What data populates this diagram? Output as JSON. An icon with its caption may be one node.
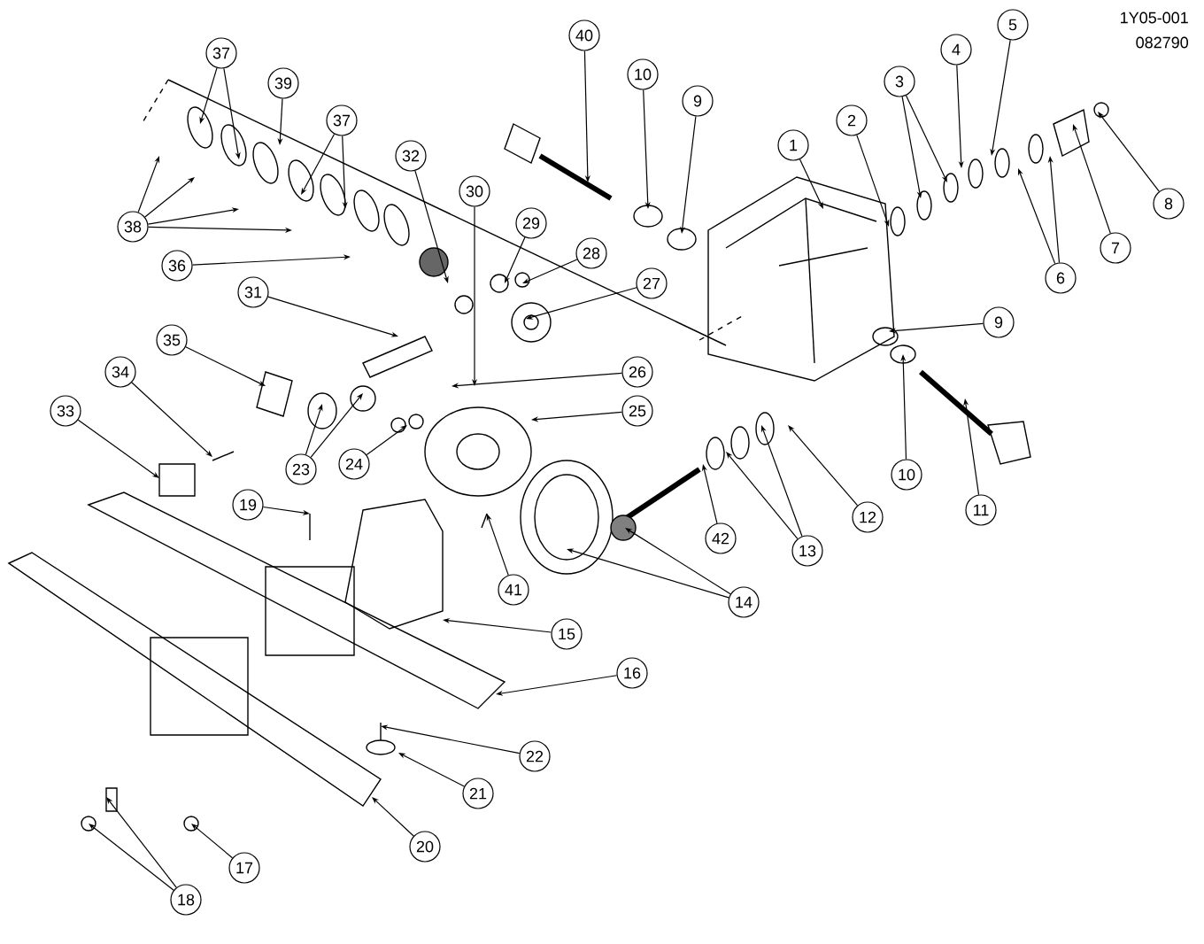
{
  "diagram": {
    "nodes": [
      {
        "text": [
          "37"
        ]
      },
      {
        "text": [
          "40"
        ]
      },
      {
        "text": [
          "5"
        ]
      },
      {
        "text": [
          "4"
        ]
      },
      {
        "text": [
          "10"
        ]
      },
      {
        "text": [
          "3"
        ]
      },
      {
        "text": [
          "39"
        ]
      },
      {
        "text": [
          "9"
        ]
      },
      {
        "text": [
          "37"
        ]
      },
      {
        "text": [
          "2"
        ]
      },
      {
        "text": [
          "1"
        ]
      },
      {
        "text": [
          "32"
        ]
      },
      {
        "text": [
          "30"
        ]
      },
      {
        "text": [
          "8"
        ]
      },
      {
        "text": [
          "29"
        ]
      },
      {
        "text": [
          "38"
        ]
      },
      {
        "text": [
          "7"
        ]
      },
      {
        "text": [
          "28"
        ]
      },
      {
        "text": [
          "36"
        ]
      },
      {
        "text": [
          "6"
        ]
      },
      {
        "text": [
          "27"
        ]
      },
      {
        "text": [
          "31"
        ]
      },
      {
        "text": [
          "9"
        ]
      },
      {
        "text": [
          "35"
        ]
      },
      {
        "text": [
          "26"
        ]
      },
      {
        "text": [
          "34"
        ]
      },
      {
        "text": [
          "33"
        ]
      },
      {
        "text": [
          "25"
        ]
      },
      {
        "text": [
          "24"
        ]
      },
      {
        "text": [
          "23"
        ]
      },
      {
        "text": [
          "10"
        ]
      },
      {
        "text": [
          "11"
        ]
      },
      {
        "text": [
          "19"
        ]
      },
      {
        "text": [
          "12"
        ]
      },
      {
        "text": [
          "42"
        ]
      },
      {
        "text": [
          "13"
        ]
      },
      {
        "text": [
          "41"
        ]
      },
      {
        "text": [
          "14"
        ]
      },
      {
        "text": [
          "15"
        ]
      },
      {
        "text": [
          "16"
        ]
      },
      {
        "text": [
          "22"
        ]
      },
      {
        "text": [
          "21"
        ]
      },
      {
        "text": [
          "20"
        ]
      },
      {
        "text": [
          "17"
        ]
      },
      {
        "text": [
          "18"
        ]
      }
    ],
    "edges": [
      {
        "from": 0,
        "to": null,
        "arrow": "to"
      },
      {
        "from": 0,
        "to": null,
        "arrow": "to"
      },
      {
        "from": 1,
        "to": null,
        "arrow": "to"
      },
      {
        "from": 2,
        "to": null,
        "arrow": "to"
      },
      {
        "from": 3,
        "to": null,
        "arrow": "to"
      },
      {
        "from": 4,
        "to": null,
        "arrow": "to"
      },
      {
        "from": 5,
        "to": null,
        "arrow": "to"
      },
      {
        "from": 5,
        "to": null,
        "arrow": "to"
      },
      {
        "from": 6,
        "to": null,
        "arrow": "to"
      },
      {
        "from": 7,
        "to": null,
        "arrow": "to"
      },
      {
        "from": 8,
        "to": null,
        "arrow": "to"
      },
      {
        "from": 8,
        "to": null,
        "arrow": "to"
      },
      {
        "from": 9,
        "to": null,
        "arrow": "to"
      },
      {
        "from": 10,
        "to": null,
        "arrow": "to"
      },
      {
        "from": 11,
        "to": null,
        "arrow": "to"
      },
      {
        "from": 12,
        "to": null,
        "arrow": "to"
      },
      {
        "from": 13,
        "to": null,
        "arrow": "to"
      },
      {
        "from": 14,
        "to": null,
        "arrow": "to"
      },
      {
        "from": 15,
        "to": null,
        "arrow": "to"
      },
      {
        "from": 15,
        "to": null,
        "arrow": "to"
      },
      {
        "from": 15,
        "to": null,
        "arrow": "to"
      },
      {
        "from": 15,
        "to": null,
        "arrow": "to"
      },
      {
        "from": 16,
        "to": null,
        "arrow": "to"
      },
      {
        "from": 17,
        "to": null,
        "arrow": "to"
      },
      {
        "from": 18,
        "to": null,
        "arrow": "to"
      },
      {
        "from": 19,
        "to": null,
        "arrow": "to"
      },
      {
        "from": 19,
        "to": null,
        "arrow": "to"
      },
      {
        "from": 20,
        "to": null,
        "arrow": "to"
      },
      {
        "from": 21,
        "to": null,
        "arrow": "to"
      },
      {
        "from": 22,
        "to": null,
        "arrow": "to"
      },
      {
        "from": 23,
        "to": null,
        "arrow": "to"
      },
      {
        "from": 24,
        "to": null,
        "arrow": "to"
      },
      {
        "from": 25,
        "to": null,
        "arrow": "to"
      },
      {
        "from": 26,
        "to": null,
        "arrow": "to"
      },
      {
        "from": 27,
        "to": null,
        "arrow": "to"
      },
      {
        "from": 28,
        "to": null,
        "arrow": "to"
      },
      {
        "from": 29,
        "to": null,
        "arrow": "to"
      },
      {
        "from": 29,
        "to": null,
        "arrow": "to"
      },
      {
        "from": 30,
        "to": null,
        "arrow": "to"
      },
      {
        "from": 31,
        "to": null,
        "arrow": "to"
      },
      {
        "from": 32,
        "to": null,
        "arrow": "to"
      },
      {
        "from": 33,
        "to": null,
        "arrow": "to"
      },
      {
        "from": 34,
        "to": null,
        "arrow": "to"
      },
      {
        "from": 35,
        "to": null,
        "arrow": "to"
      },
      {
        "from": 35,
        "to": null,
        "arrow": "to"
      },
      {
        "from": 36,
        "to": null,
        "arrow": "to"
      },
      {
        "from": 37,
        "to": null,
        "arrow": "to"
      },
      {
        "from": 37,
        "to": null,
        "arrow": "to"
      },
      {
        "from": 38,
        "to": null,
        "arrow": "to"
      },
      {
        "from": 39,
        "to": null,
        "arrow": "to"
      },
      {
        "from": 40,
        "to": null,
        "arrow": "to"
      },
      {
        "from": 41,
        "to": null,
        "arrow": "to"
      },
      {
        "from": 42,
        "to": null,
        "arrow": "to"
      },
      {
        "from": 43,
        "to": null,
        "arrow": "to"
      },
      {
        "from": 44,
        "to": null,
        "arrow": "to"
      },
      {
        "from": 44,
        "to": null,
        "arrow": "to"
      }
    ],
    "labels": [
      "1Y05-001",
      "082790"
    ]
  }
}
